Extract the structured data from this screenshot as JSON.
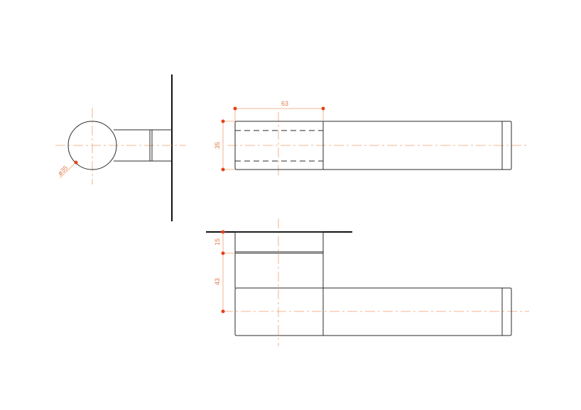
{
  "dimensions": {
    "rosette_diameter": "ø35",
    "grip_length": "63",
    "lever_thickness": "35",
    "rose_thickness": "15",
    "projection": "43"
  },
  "colors": {
    "outline": "#2a2a2a",
    "wall": "#111111",
    "centerline": "#f0a070",
    "dimension_text": "#e07a4a",
    "dimension_dot": "#e8401a"
  }
}
